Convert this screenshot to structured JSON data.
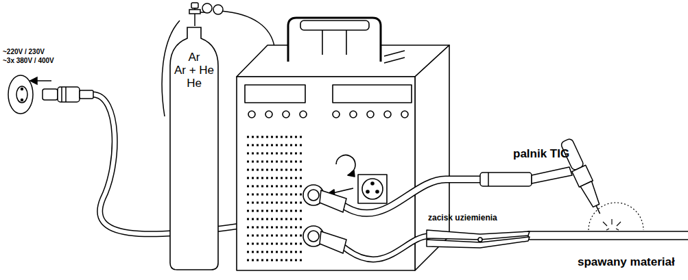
{
  "diagram": {
    "nodes": [
      {
        "text": [
          "Ar",
          "Ar + He",
          "He"
        ]
      }
    ],
    "labels": [
      "~220V / 230V",
      "~3x 380V / 400V",
      "palnik TIG",
      "zacisk uziemienia",
      "spawany materiał"
    ]
  }
}
